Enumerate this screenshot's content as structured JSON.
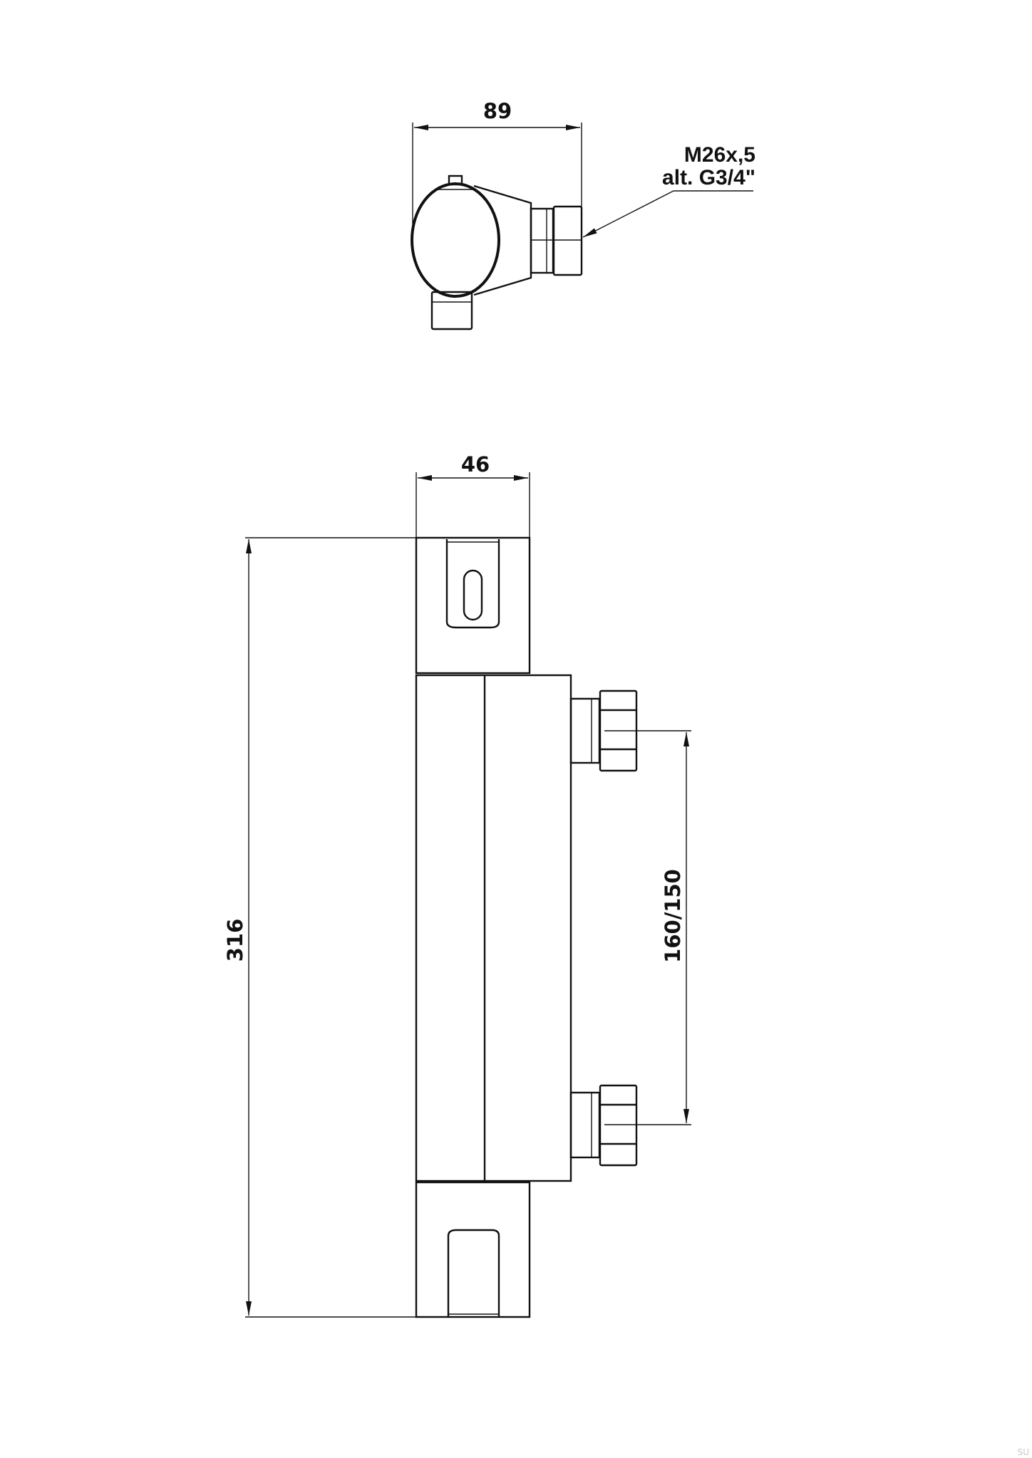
{
  "top_view": {
    "width_dimension": "89",
    "thread_label_line1": "M26x,5",
    "thread_label_line2": "alt. G3/4\""
  },
  "front_view": {
    "width_dimension": "46",
    "height_dimension": "316",
    "inlet_spacing_dimension": "160/150"
  },
  "watermark": "SU",
  "colors": {
    "line": "#111111",
    "background": "#ffffff"
  }
}
